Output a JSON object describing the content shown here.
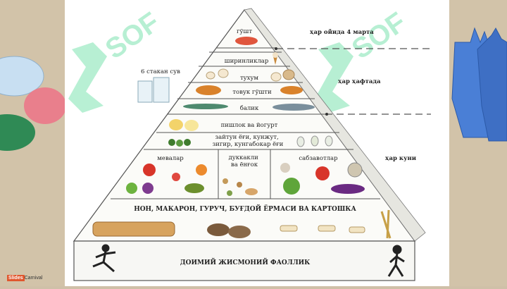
{
  "pyramid_labels": {
    "meat": "гўшт",
    "sweets": "ширинликлар",
    "eggs": "тухум",
    "chicken": "товук гўшти",
    "fish": "балик",
    "cheese": "пишлок ва йогурт",
    "oils": "зайтун ёғи, кунжут,\nзигир, кунгабокар ёғи",
    "fruits": "мевалар",
    "legumes": "дуккакли\nва ёнғок",
    "vegetables": "сабзавотлар",
    "grains": "НОН, МАКАРОН, ГУРУЧ, БУҒДОЙ ЁРМАСИ ВА КАРТОШКА",
    "activity": "ДОИМИЙ ЖИСМОНИЙ ФАОЛЛИК"
  },
  "frequency": {
    "monthly": "ҳар ойида 4 марта",
    "weekly": "ҳар ҳафтада",
    "daily": "ҳар куни"
  },
  "water": "6 стакан сув",
  "watermark": "SOF",
  "brand": {
    "part1": "Slides",
    "part2": "Carnival"
  },
  "colors": {
    "side_bg": "#d2c3a9",
    "slide_bg": "#ffffff",
    "watermark": "#7de3b0",
    "gloves": "#4a7fd6",
    "pills": [
      "#c8dff2",
      "#e97f8c",
      "#2f8a55"
    ]
  }
}
